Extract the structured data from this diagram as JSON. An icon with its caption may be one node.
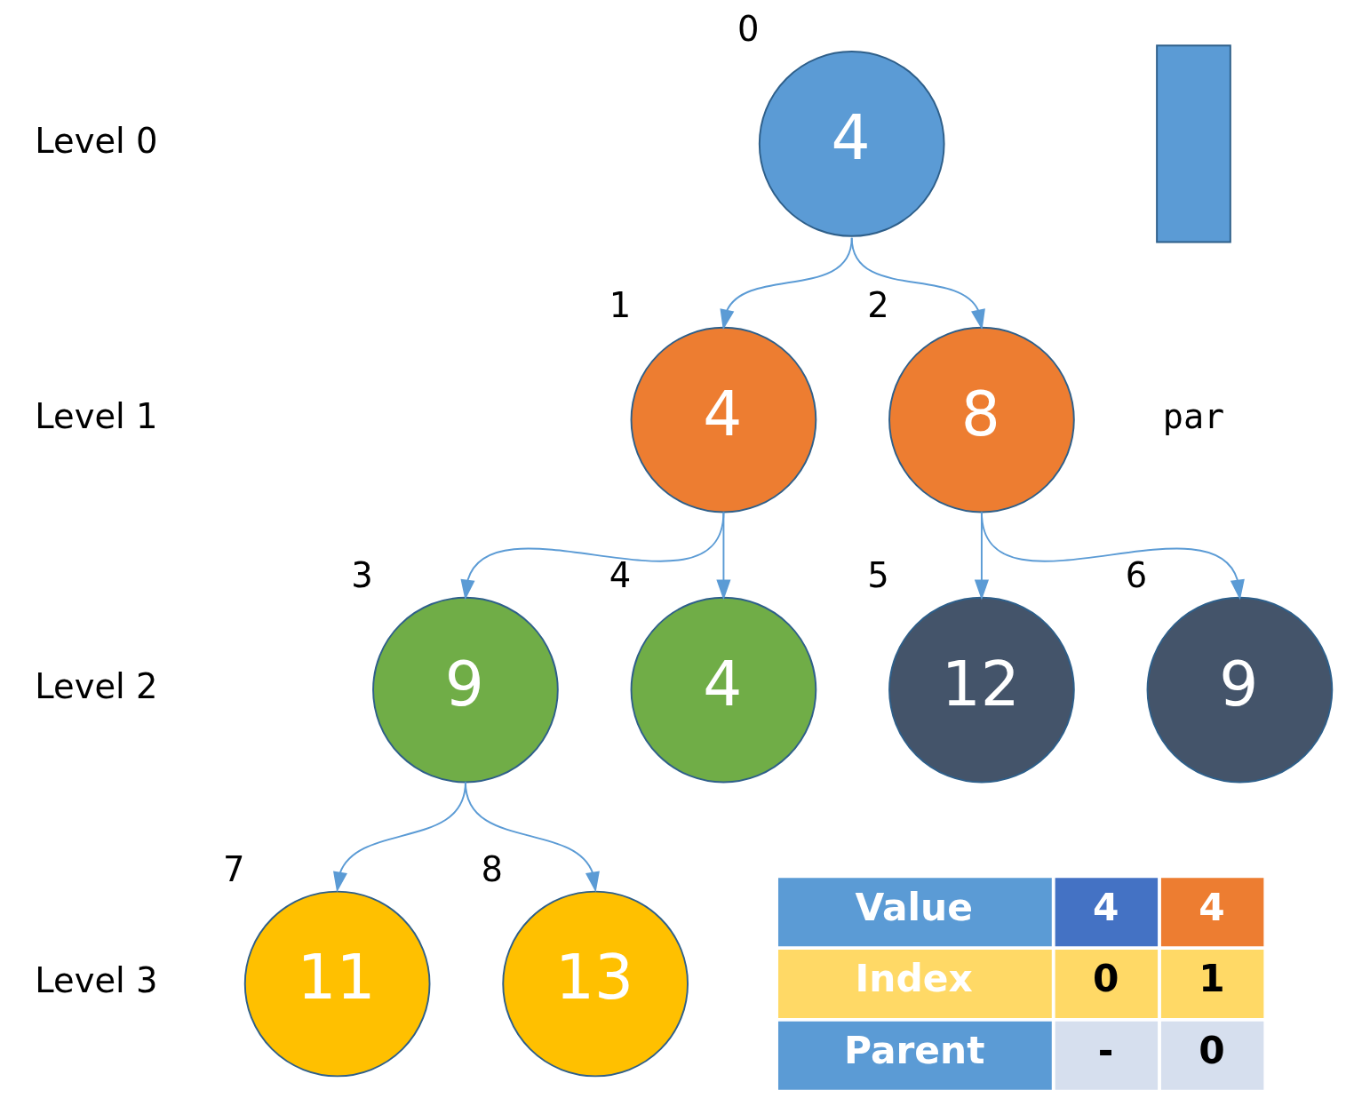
{
  "diagram": {
    "nodes": [
      {
        "text": [
          "4"
        ],
        "beside": [
          "0"
        ]
      },
      {
        "text": [
          "4"
        ],
        "beside": [
          "1"
        ]
      },
      {
        "text": [
          "8"
        ],
        "beside": [
          "2"
        ]
      },
      {
        "text": [
          "9"
        ],
        "beside": [
          "3"
        ]
      },
      {
        "text": [
          "4"
        ],
        "beside": [
          "4"
        ]
      },
      {
        "text": [
          "12"
        ],
        "beside": [
          "5"
        ]
      },
      {
        "text": [
          "9"
        ],
        "beside": [
          "6"
        ]
      },
      {
        "text": [
          "11"
        ],
        "beside": [
          "7"
        ]
      },
      {
        "text": [
          "13"
        ],
        "beside": [
          "8"
        ]
      },
      {
        "text": [],
        "shape": "box"
      }
    ],
    "edges": [
      {
        "from": 0,
        "to": 1,
        "arrow": "to"
      },
      {
        "from": 0,
        "to": 2,
        "arrow": "to"
      },
      {
        "from": 1,
        "to": 3,
        "arrow": "to"
      },
      {
        "from": 1,
        "to": 4,
        "arrow": "to"
      },
      {
        "from": 2,
        "to": 5,
        "arrow": "to"
      },
      {
        "from": 2,
        "to": 6,
        "arrow": "to"
      },
      {
        "from": 3,
        "to": 7,
        "arrow": "to"
      },
      {
        "from": 3,
        "to": 8,
        "arrow": "to"
      }
    ],
    "labels": [
      "Level 0",
      "Level 1",
      "Level 2",
      "Level 3",
      "Value",
      "4",
      "4",
      "Index",
      "0",
      "1",
      "Parent",
      "-",
      "0",
      "par"
    ]
  }
}
